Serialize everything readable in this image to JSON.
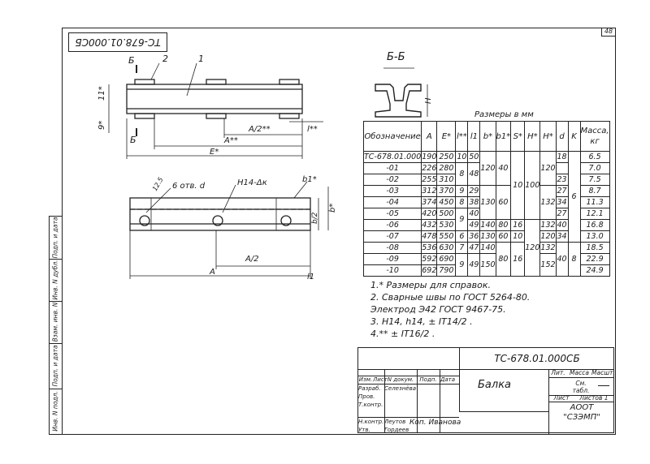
{
  "sheet": {
    "corner_number": "48",
    "mirrored_code": "ТС-678.01.000СБ"
  },
  "view_top": {
    "labels": {
      "section_b": "Б",
      "part_1": "1",
      "part_2": "2",
      "dim_11": "11*",
      "dim_9": "9*",
      "dim_a2": "A/2**",
      "dim_l": "l**",
      "dim_a": "A**",
      "dim_e": "E*"
    }
  },
  "view_plan": {
    "labels": {
      "holes": "6 отв. d",
      "dim_r": "12.5",
      "roughness": "H14-Δк",
      "dim_b1": "b1*",
      "dim_b": "b*",
      "dim_b2": "b/2",
      "dim_a2": "A/2",
      "dim_a": "A",
      "dim_l1": "l1"
    }
  },
  "section": {
    "title": "Б-Б",
    "dim_h": "H"
  },
  "table": {
    "caption": "Размеры в мм",
    "headers": [
      "Обозначение",
      "A",
      "E*",
      "l**",
      "l1",
      "b*",
      "b1*",
      "S*",
      "H*",
      "H*",
      "d",
      "K",
      "Масса, кг"
    ],
    "rows": [
      [
        "ТС-678.01.000",
        "190",
        "250",
        "10",
        "50",
        "",
        "",
        "",
        "",
        "",
        "18",
        "",
        "6.5"
      ],
      [
        "-01",
        "226",
        "280",
        "8",
        "48",
        "",
        "",
        "",
        "",
        "",
        "",
        "",
        "7.0"
      ],
      [
        "-02",
        "255",
        "310",
        "",
        "",
        "",
        "",
        "",
        "",
        "",
        "23",
        "",
        "7.5"
      ],
      [
        "-03",
        "312",
        "370",
        "9",
        "29",
        "",
        "",
        "",
        "",
        "",
        "27",
        "",
        "8.7"
      ],
      [
        "-04",
        "374",
        "450",
        "8",
        "38",
        "",
        "",
        "",
        "",
        "",
        "34",
        "",
        "11.3"
      ],
      [
        "-05",
        "420",
        "500",
        "",
        "40",
        "",
        "",
        "",
        "",
        "",
        "27",
        "",
        "12.1"
      ],
      [
        "-06",
        "432",
        "530",
        "",
        "49",
        "",
        "",
        "",
        "",
        "",
        "40",
        "",
        "16.8"
      ],
      [
        "-07",
        "478",
        "550",
        "6",
        "36",
        "",
        "",
        "",
        "",
        "",
        "34",
        "",
        "13.0"
      ],
      [
        "-08",
        "536",
        "630",
        "7",
        "47",
        "",
        "",
        "",
        "",
        "",
        "",
        "",
        "18.5"
      ],
      [
        "-09",
        "592",
        "690",
        "",
        "",
        "",
        "",
        "",
        "",
        "",
        "",
        "",
        "22.9"
      ],
      [
        "-10",
        "692",
        "790",
        "",
        "",
        "",
        "",
        "",
        "",
        "",
        "",
        "",
        "24.9"
      ]
    ],
    "merged": {
      "b_120": "120",
      "b_130": "130",
      "b_140": "140",
      "b_150": "150",
      "b1_40": "40",
      "b1_60": "60",
      "b1_80a": "80",
      "b1_60b": "60",
      "b1_80b": "80",
      "s_10": "10",
      "s_16a": "16",
      "s_10b": "10",
      "s_16b": "16",
      "h_100": "100",
      "h_120": "120",
      "h2_120": "120",
      "h2_132a": "132",
      "h2_120b": "120",
      "h2_132b": "132",
      "h2_152": "152",
      "k_6": "6",
      "k_8": "8",
      "l_9": "9",
      "l_9b": "9",
      "d_40": "40",
      "l1_140": "140",
      "l1_130": "130"
    }
  },
  "notes": [
    "1.* Размеры для справок.",
    "2. Сварные швы по ГОСТ 5264-80.",
    "Электрод Э42 ГОСТ 9467-75.",
    "3. H14, h14, ± IT14/2 .",
    "4.** ± IT16/2 ."
  ],
  "stamp": {
    "code": "ТС-678.01.000СБ",
    "name": "Балка",
    "lit": "Лит.",
    "mass": "Масса",
    "scale": "Масшт.",
    "mass_value": "См. табл.",
    "sheet": "Лист",
    "sheets": "Листов 1",
    "org_line1": "АООТ",
    "org_line2": "\"СЗЭМП\"",
    "copied": "Коп. Иванова",
    "cols": [
      "Изм.",
      "Лист",
      "N докум.",
      "Подп.",
      "Дата"
    ],
    "roles": [
      "Разраб.",
      "Пров.",
      "Т.контр.",
      "",
      "Н.контр.",
      "Утв."
    ],
    "names": [
      "Селезнёва",
      "",
      "",
      "",
      "Леутов",
      "Гордеев"
    ]
  },
  "side_strip": [
    "Инв. N подл.",
    "Подп. и дата",
    "Взам. инв. N",
    "Инв. N дубл.",
    "Подп. и дата"
  ]
}
